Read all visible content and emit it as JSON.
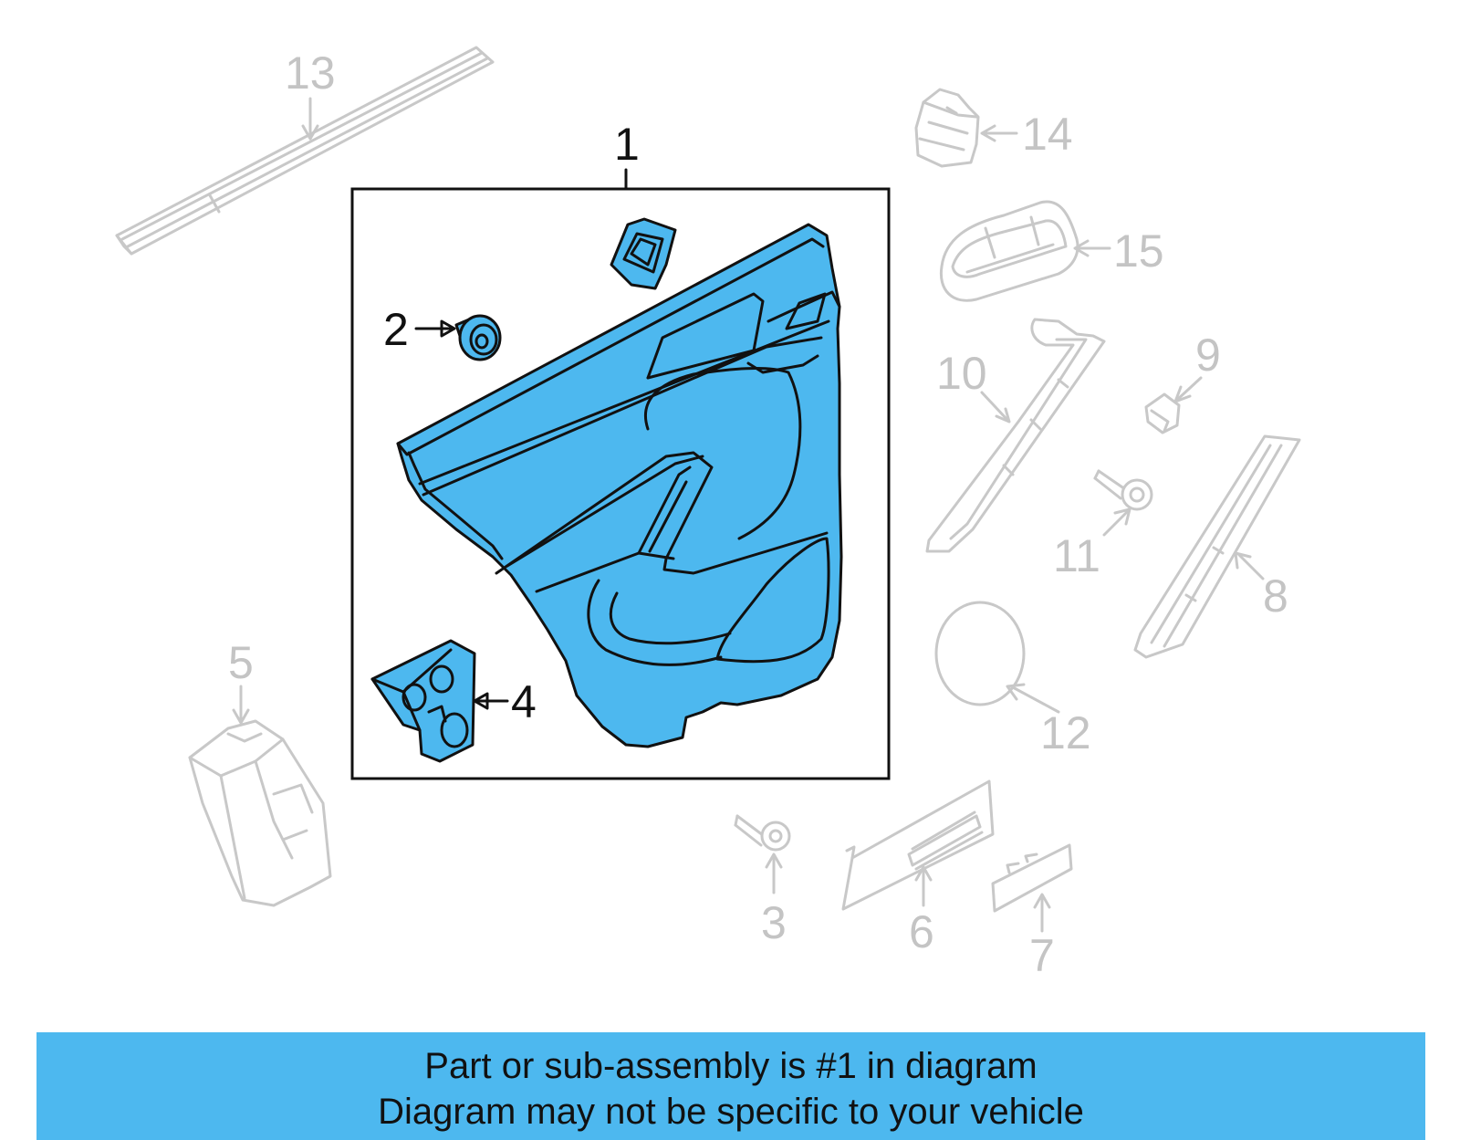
{
  "callouts": {
    "c1": "1",
    "c2": "2",
    "c3": "3",
    "c4": "4",
    "c5": "5",
    "c6": "6",
    "c7": "7",
    "c8": "8",
    "c9": "9",
    "c10": "10",
    "c11": "11",
    "c12": "12",
    "c13": "13",
    "c14": "14",
    "c15": "15"
  },
  "highlight_color": "#4db8ef",
  "banner": {
    "line1": "Part or sub-assembly is #1 in diagram",
    "line2": "Diagram may not be specific to your vehicle"
  }
}
